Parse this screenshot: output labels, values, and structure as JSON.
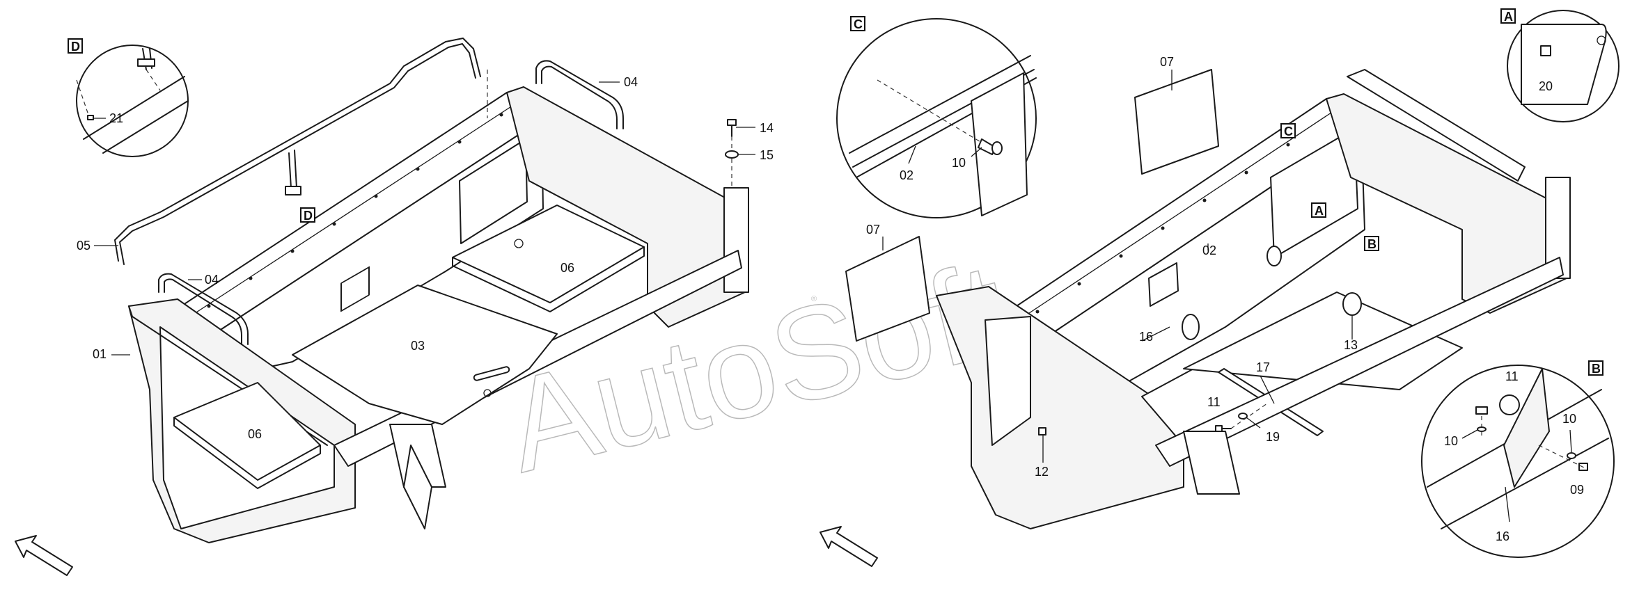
{
  "watermark": {
    "text": "AutoSoft",
    "small_text": "®"
  },
  "view_left": {
    "callouts": [
      "01",
      "03",
      "04",
      "04",
      "05",
      "06",
      "06",
      "14",
      "15"
    ],
    "labels": {
      "c01": "01",
      "c03": "03",
      "c04a": "04",
      "c04b": "04",
      "c05": "05",
      "c06a": "06",
      "c06b": "06",
      "c14": "14",
      "c15": "15"
    },
    "detail_marker": "D",
    "detail_marker_on_part": "D",
    "detail_inset": {
      "marker": "D",
      "labels": {
        "c21": "21"
      }
    }
  },
  "view_right": {
    "labels": {
      "c02": "02",
      "c07a": "07",
      "c07b": "07",
      "c11a": "11",
      "c12": "12",
      "c13": "13",
      "c16": "16",
      "c17": "17",
      "c19": "19"
    },
    "markers_on_part": {
      "A": "A",
      "B": "B",
      "C": "C"
    },
    "detail_C": {
      "marker": "C",
      "labels": {
        "c02": "02",
        "c10": "10"
      }
    },
    "detail_A": {
      "marker": "A",
      "labels": {
        "c20": "20"
      }
    },
    "detail_B": {
      "marker": "B",
      "labels": {
        "c11": "11",
        "c10a": "10",
        "c10b": "10",
        "c09": "09",
        "c16": "16"
      }
    }
  },
  "direction_arrows": [
    "front-arrow-left",
    "front-arrow-right"
  ]
}
